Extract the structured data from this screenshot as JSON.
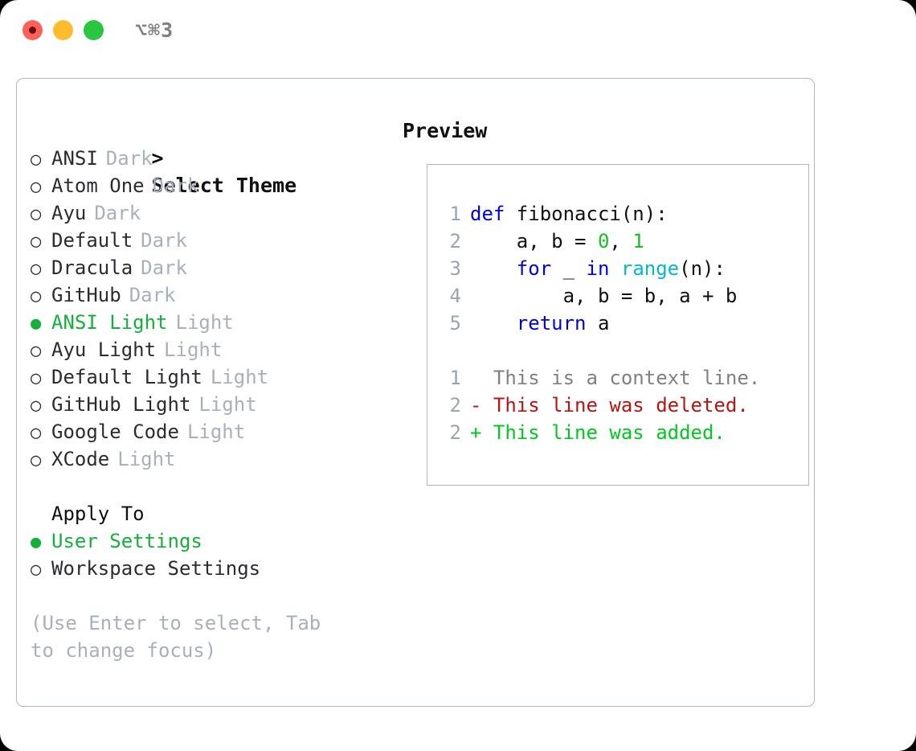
{
  "window": {
    "title": "⌥⌘3",
    "controls": [
      {
        "name": "close-button",
        "color": "#ff6159"
      },
      {
        "name": "minimize-button",
        "color": "#ffbd2e"
      },
      {
        "name": "maximize-button",
        "color": "#29c73f"
      }
    ]
  },
  "colors": {
    "selected_green": "#14b13a",
    "muted_gray": "#a8b0bc",
    "text_dark": "#2b2b33",
    "border": "#aeb6c2",
    "keyword_blue": "#0000e8",
    "function_cyan": "#00b9cc",
    "number_green": "#13c021",
    "diff_deleted_red": "#b81414",
    "diff_added_green": "#00c81e",
    "diff_context_gray": "#808080",
    "lineno_gray": "#9aa3b0"
  },
  "theme_picker": {
    "header_caret": ">",
    "header": "Select Theme",
    "selected_bullet": "●",
    "unselected_bullet": "○",
    "items": [
      {
        "name": "ANSI",
        "category": "Dark",
        "selected": false
      },
      {
        "name": "Atom One",
        "category": "Dark",
        "selected": false
      },
      {
        "name": "Ayu",
        "category": "Dark",
        "selected": false
      },
      {
        "name": "Default",
        "category": "Dark",
        "selected": false
      },
      {
        "name": "Dracula",
        "category": "Dark",
        "selected": false
      },
      {
        "name": "GitHub",
        "category": "Dark",
        "selected": false
      },
      {
        "name": "ANSI Light",
        "category": "Light",
        "selected": true
      },
      {
        "name": "Ayu Light",
        "category": "Light",
        "selected": false
      },
      {
        "name": "Default Light",
        "category": "Light",
        "selected": false
      },
      {
        "name": "GitHub Light",
        "category": "Light",
        "selected": false
      },
      {
        "name": "Google Code",
        "category": "Light",
        "selected": false
      },
      {
        "name": "XCode",
        "category": "Light",
        "selected": false
      }
    ]
  },
  "apply_to": {
    "header": "Apply To",
    "items": [
      {
        "name": "User Settings",
        "selected": true
      },
      {
        "name": "Workspace Settings",
        "selected": false
      }
    ]
  },
  "hint": "(Use Enter to select, Tab to change focus)",
  "preview": {
    "title": "Preview",
    "code_lines": [
      {
        "lineno": "1",
        "tokens": [
          {
            "text": "def ",
            "type": "kw"
          },
          {
            "text": "fibonacci(n):",
            "type": "plain"
          }
        ]
      },
      {
        "lineno": "2",
        "tokens": [
          {
            "text": "    a, b = ",
            "type": "plain"
          },
          {
            "text": "0",
            "type": "num"
          },
          {
            "text": ", ",
            "type": "plain"
          },
          {
            "text": "1",
            "type": "num"
          }
        ]
      },
      {
        "lineno": "3",
        "tokens": [
          {
            "text": "    ",
            "type": "plain"
          },
          {
            "text": "for",
            "type": "kw"
          },
          {
            "text": " _ ",
            "type": "plain"
          },
          {
            "text": "in",
            "type": "kw"
          },
          {
            "text": " ",
            "type": "plain"
          },
          {
            "text": "range",
            "type": "fn"
          },
          {
            "text": "(n):",
            "type": "plain"
          }
        ]
      },
      {
        "lineno": "4",
        "tokens": [
          {
            "text": "        a, b = b, a + b",
            "type": "plain"
          }
        ]
      },
      {
        "lineno": "5",
        "tokens": [
          {
            "text": "    ",
            "type": "plain"
          },
          {
            "text": "return",
            "type": "kw"
          },
          {
            "text": " a",
            "type": "plain"
          }
        ]
      }
    ],
    "diff_lines": [
      {
        "lineno": "1",
        "marker": " ",
        "text": "  This is a context line.",
        "type": "ctx"
      },
      {
        "lineno": "2",
        "marker": "-",
        "text": "- This line was deleted.",
        "type": "del"
      },
      {
        "lineno": "2",
        "marker": "+",
        "text": "+ This line was added.",
        "type": "add"
      }
    ]
  }
}
